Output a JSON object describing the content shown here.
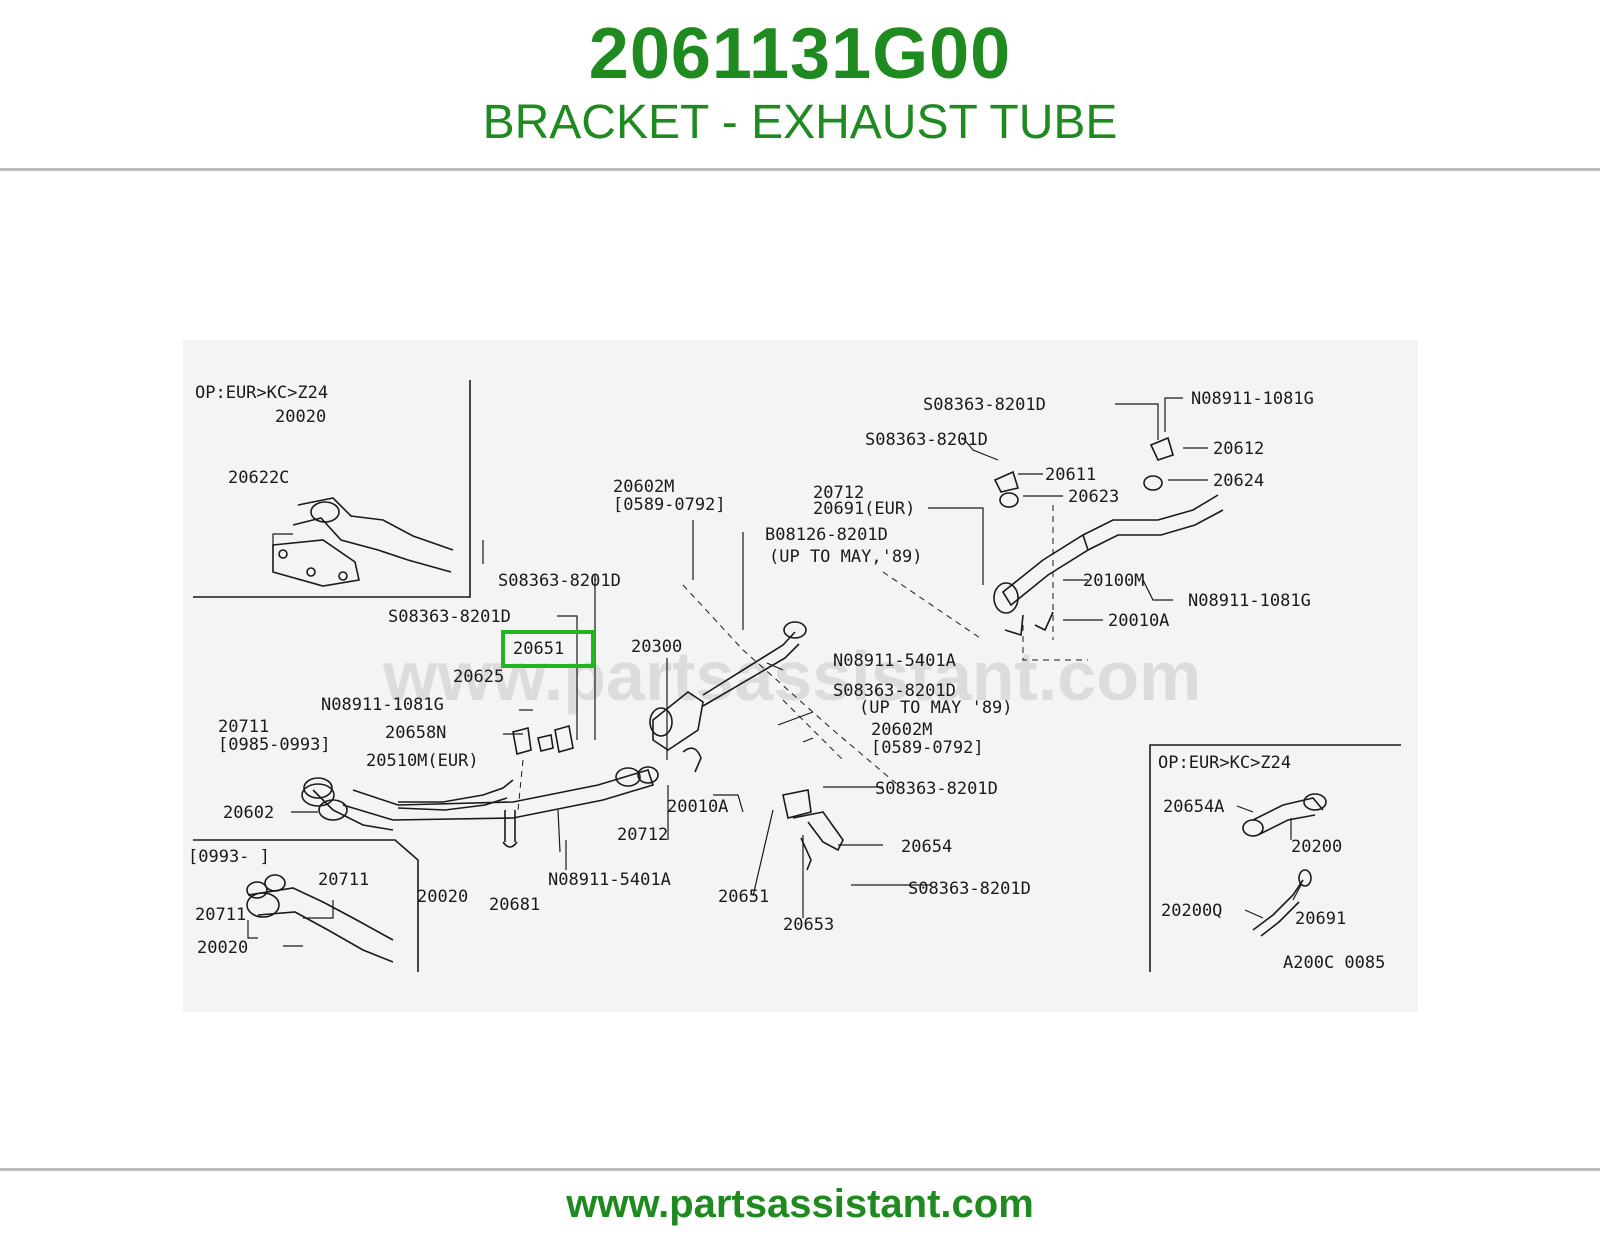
{
  "header": {
    "part_number": "2061131G00",
    "part_name": "BRACKET - EXHAUST TUBE"
  },
  "footer": {
    "url": "www.partsassistant.com"
  },
  "colors": {
    "brand_green": "#1f8a1f",
    "highlight_green": "#22b522",
    "rule_gray": "#bdbdbd"
  },
  "diagram": {
    "watermark": "www.partsassistant.com",
    "highlighted_part": "20651",
    "inset_top_left": {
      "caption": "OP:EUR>KC>Z24",
      "labels": [
        "20020",
        "20622C"
      ]
    },
    "inset_bottom_left": {
      "caption": "[0993-    ]",
      "labels": [
        "20711",
        "20711",
        "20020"
      ]
    },
    "inset_bottom_right": {
      "caption": "OP:EUR>KC>Z24",
      "labels": [
        "20654A",
        "20200",
        "20200Q",
        "20691"
      ]
    },
    "diagram_code": "A200C 0085",
    "labels": {
      "s_08363_top_right_a": "S08363-8201D",
      "n_08911_top_right": "N08911-1081G",
      "s_08363_top_right_b": "S08363-8201D",
      "p20612": "20612",
      "p20611": "20611",
      "p20624": "20624",
      "p20623": "20623",
      "p20712_top": "20712",
      "p20691_eur": "20691(EUR)",
      "p20100m": "20100M",
      "n_08911_mid_right": "N08911-1081G",
      "p20010a_right": "20010A",
      "p20602m_top": "20602M",
      "p20602m_top_range": "[0589-0792]",
      "b_08126": "B08126-8201D",
      "b_08126_note": "(UP TO MAY,'89)",
      "s_08363_center": "S08363-8201D",
      "s_08363_left": "S08363-8201D",
      "p20651_highlight": "20651",
      "p20300": "20300",
      "n_08911_5401a_center": "N08911-5401A",
      "p20625": "20625",
      "n_08911_left": "N08911-1081G",
      "s_08363_mid": "S08363-8201D",
      "s_08363_mid_note": "(UP TO MAY '89)",
      "p20711_left": "20711",
      "p20711_range": "[0985-0993]",
      "p20658n": "20658N",
      "p20602m_mid": "20602M",
      "p20602m_mid_range": "[0589-0792]",
      "p20510m_eur": "20510M(EUR)",
      "s_08363_lower_right": "S08363-8201D",
      "p20602": "20602",
      "p20712_low": "20712",
      "p20010a_low": "20010A",
      "p20654": "20654",
      "n_08911_5401a_low": "N08911-5401A",
      "p20020_main": "20020",
      "p20681": "20681",
      "p20651_low": "20651",
      "s_08363_bottom": "S08363-8201D",
      "p20653": "20653"
    }
  }
}
